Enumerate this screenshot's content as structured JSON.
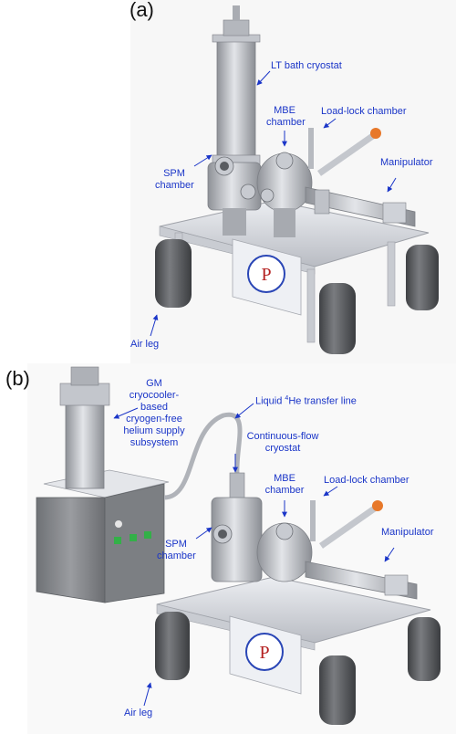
{
  "colors": {
    "label": "#1a35c8",
    "steel": "#b9bcc2",
    "frame": "#d6d8de",
    "leg": "#5b5d60",
    "cabinet": "#8a8c90",
    "flange": "#e7782a"
  },
  "panel_a": {
    "letter": "(a)",
    "labels": {
      "lt_bath_cryostat": "LT bath cryostat",
      "mbe_chamber": [
        "MBE",
        "chamber"
      ],
      "load_lock": "Load-lock chamber",
      "spm_chamber": [
        "SPM",
        "chamber"
      ],
      "manipulator": "Manipulator",
      "air_leg": "Air leg"
    }
  },
  "panel_b": {
    "letter": "(b)",
    "labels": {
      "gm_cryocooler": [
        "GM",
        "cryocooler-",
        "based",
        "cryogen-free",
        "helium supply",
        "subsystem"
      ],
      "transfer_line_prefix": "Liquid ",
      "transfer_line_sup": "4",
      "transfer_line_suffix": "He transfer line",
      "continuous_flow": [
        "Continuous-flow",
        "cryostat"
      ],
      "mbe_chamber": [
        "MBE",
        "chamber"
      ],
      "load_lock": "Load-lock chamber",
      "spm_chamber": [
        "SPM",
        "chamber"
      ],
      "manipulator": "Manipulator",
      "air_leg": "Air leg"
    }
  }
}
